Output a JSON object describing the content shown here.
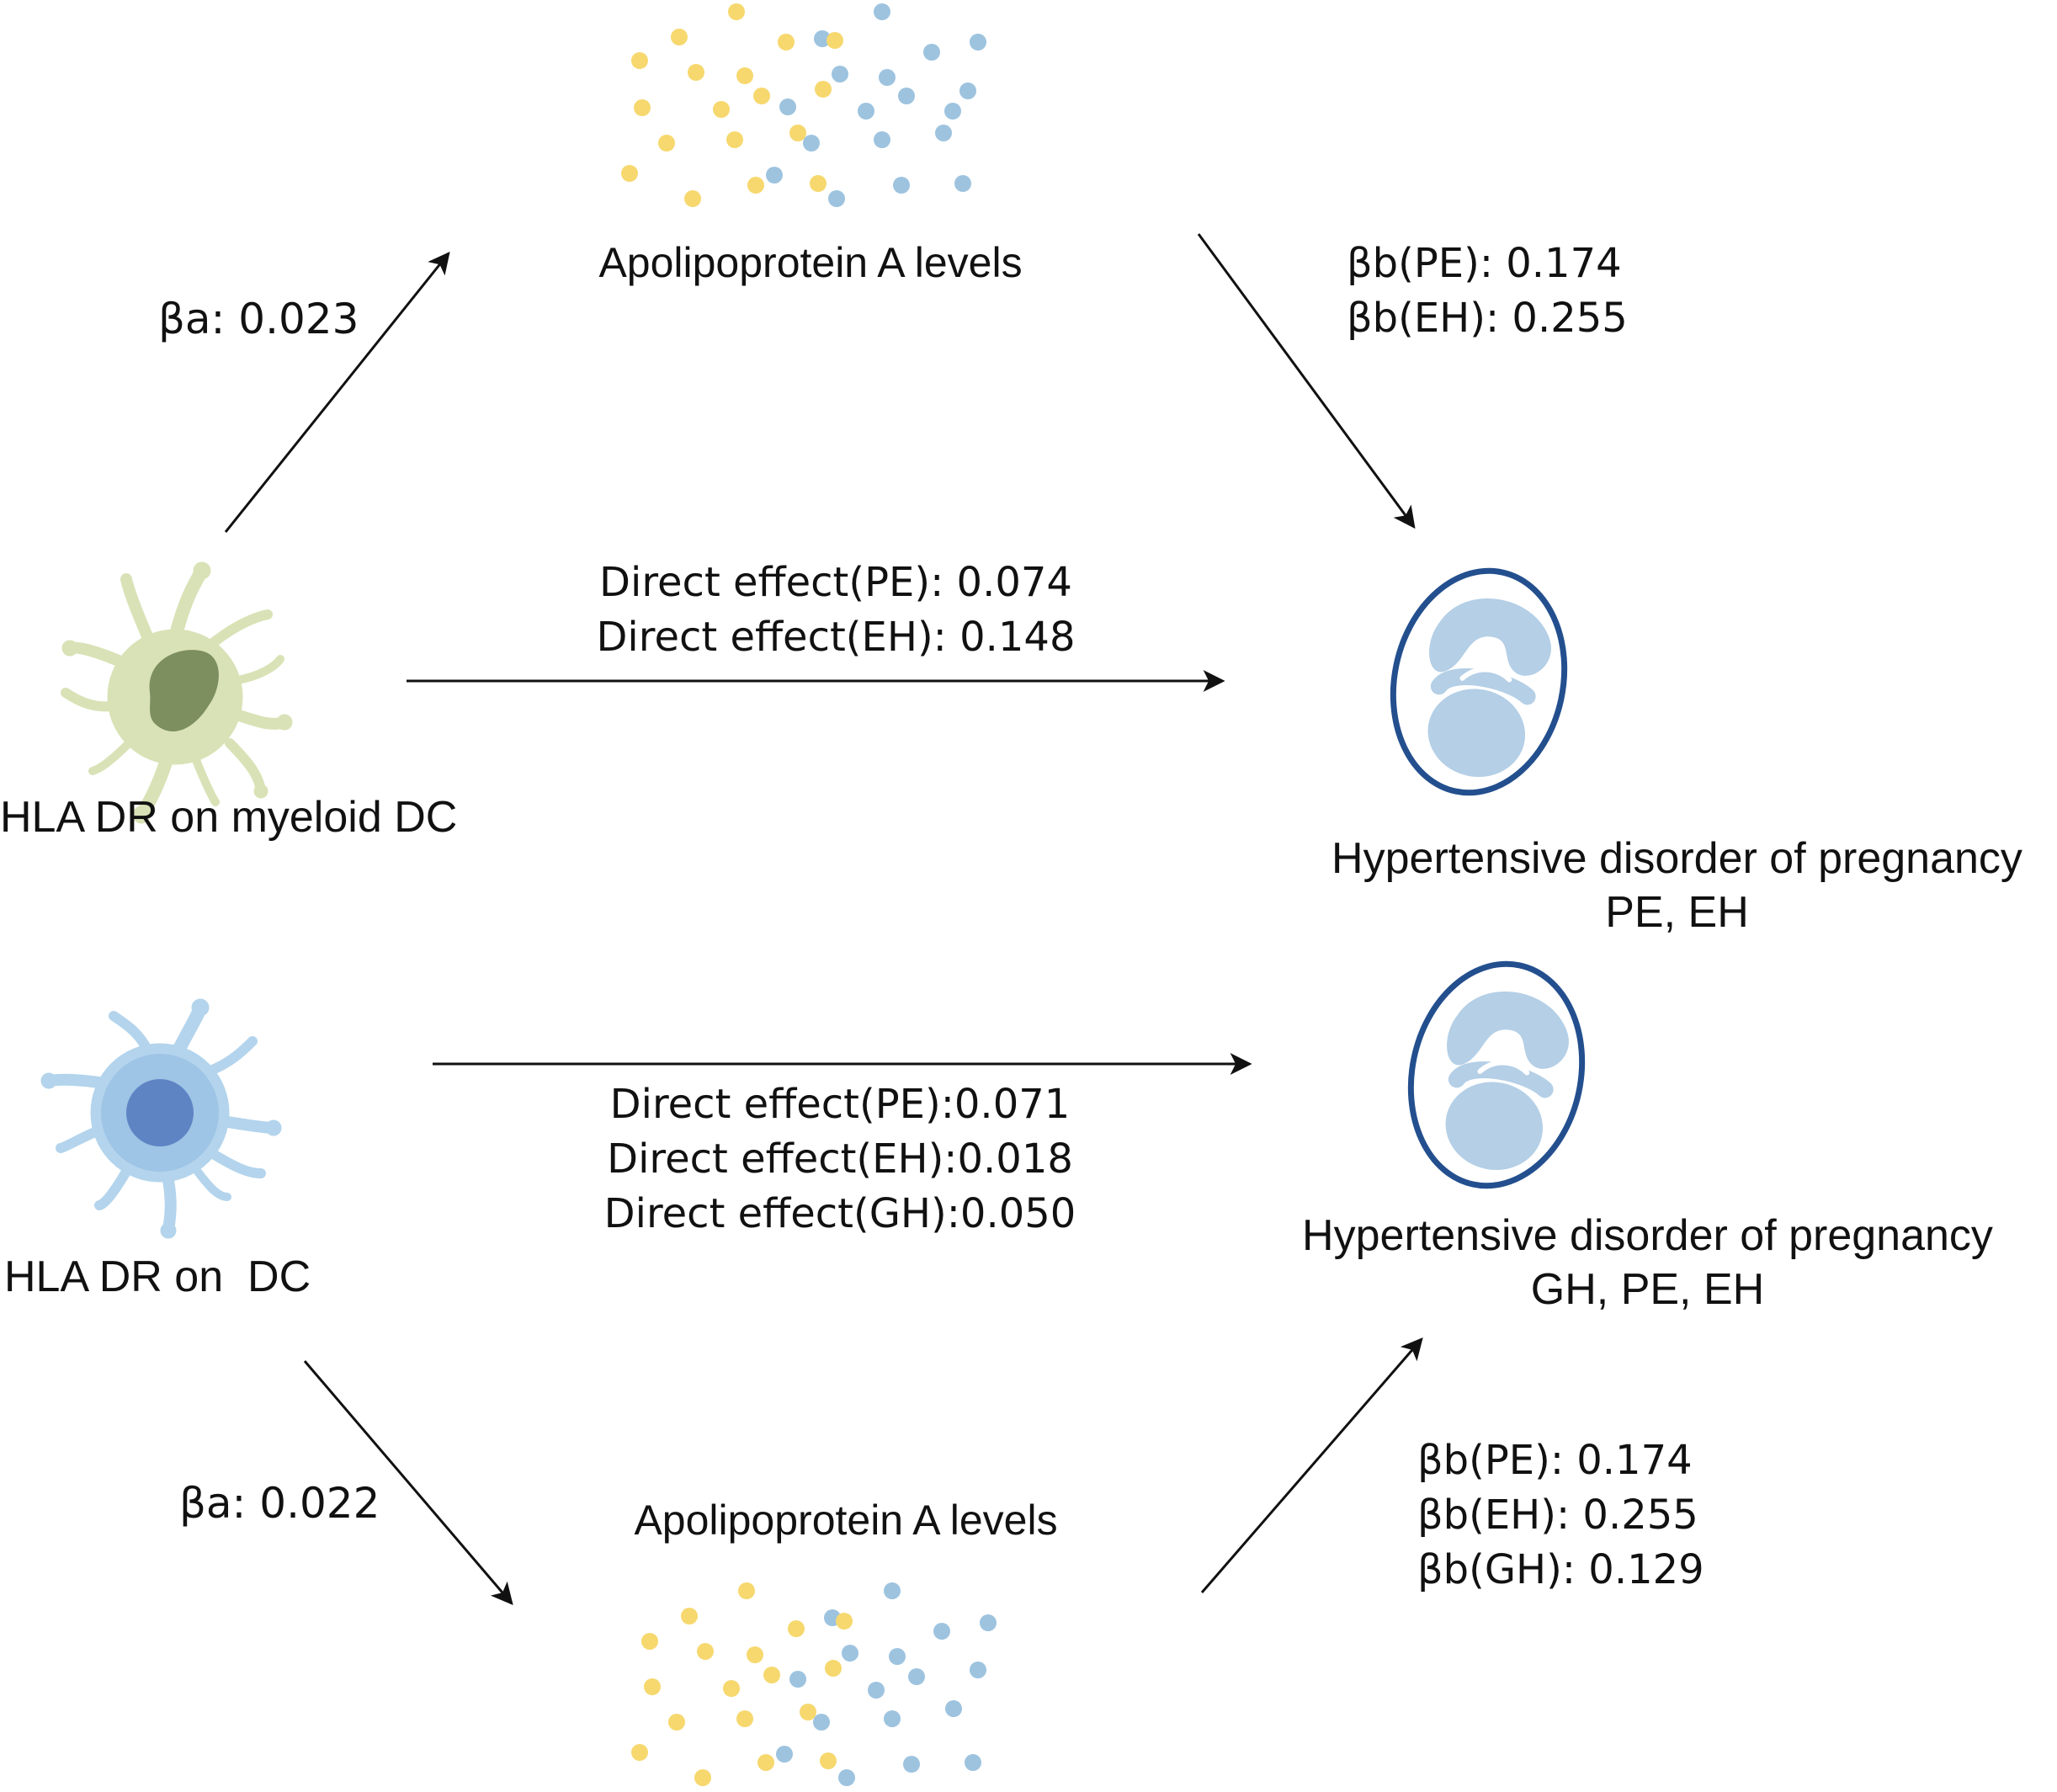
{
  "colors": {
    "arrow": "#111111",
    "dot_yellow": "#f6d86e",
    "dot_blue": "#9dc3df",
    "myeloid_cell": "#d9e2b6",
    "myeloid_nucleus": "#7d8f5e",
    "dc_cell": "#b3d4ec",
    "dc_nucleus": "#5f84c4",
    "uterus_outline": "#234f8e",
    "fetus": "#b4cfe6"
  },
  "icons": {
    "myeloid_dc": "myeloid-dendritic-cell-icon",
    "dc": "dendritic-cell-icon",
    "uterus": "fetus-in-uterus-icon",
    "particles": "apolipoprotein-particles-icon"
  },
  "top": {
    "mediator": "Apolipoprotein A levels",
    "exposure": "HLA DR on myeloid DC",
    "beta_a": "βa: 0.023",
    "beta_b": [
      "βb(PE): 0.174",
      "βb(EH): 0.255"
    ],
    "direct": [
      "Direct effect(PE): 0.074",
      "Direct effect(EH): 0.148"
    ],
    "outcome_title": "Hypertensive disorder of pregnancy",
    "outcome_sub": "PE, EH"
  },
  "bottom": {
    "mediator": "Apolipoprotein A levels",
    "exposure": "HLA DR on  DC",
    "beta_a": "βa: 0.022",
    "beta_b": [
      "βb(PE): 0.174",
      "βb(EH): 0.255",
      "βb(GH): 0.129"
    ],
    "direct": [
      "Direct effect(PE):0.071",
      "Direct effect(EH):0.018",
      "Direct effect(GH):0.050"
    ],
    "outcome_title": "Hypertensive disorder of pregnancy",
    "outcome_sub": "GH, PE, EH"
  }
}
